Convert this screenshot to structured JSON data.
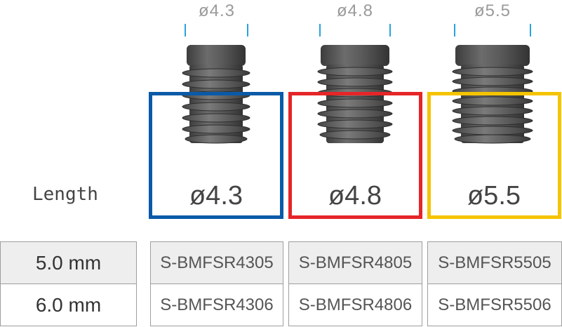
{
  "header": {
    "columns": [
      {
        "dim": "ø4.3",
        "label": "ø4.3",
        "color": "#0a5aa8"
      },
      {
        "dim": "ø4.8",
        "label": "ø4.8",
        "color": "#e52528"
      },
      {
        "dim": "ø5.5",
        "label": "ø5.5",
        "color": "#f5c400"
      }
    ],
    "tick_color": "#29a3dd"
  },
  "length_label": "Length",
  "table": {
    "rows": [
      {
        "length": "5.0 mm",
        "codes": [
          "S-BMFSR4305",
          "S-BMFSR4805",
          "S-BMFSR5505"
        ]
      },
      {
        "length": "6.0 mm",
        "codes": [
          "S-BMFSR4306",
          "S-BMFSR4806",
          "S-BMFSR5506"
        ]
      }
    ]
  }
}
